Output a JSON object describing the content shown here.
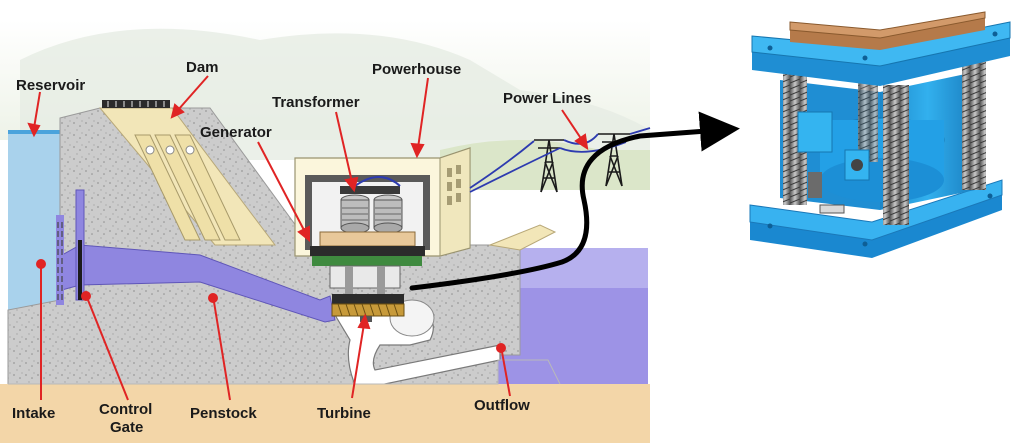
{
  "diagram": {
    "labels": {
      "reservoir": "Reservoir",
      "dam": "Dam",
      "powerhouse": "Powerhouse",
      "transformer": "Transformer",
      "generator": "Generator",
      "power_lines": "Power Lines",
      "intake": "Intake",
      "control_gate_line1": "Control",
      "control_gate_line2": "Gate",
      "penstock": "Penstock",
      "turbine": "Turbine",
      "outflow": "Outflow"
    },
    "colors": {
      "water": "#a9d2ec",
      "water_deep": "#8c7fe0",
      "concrete": "#cfcfcf",
      "ground": "#f3d6a8",
      "dam_face": "#f0e3b4",
      "label_pointer": "#e02424",
      "device_blue": "#1f9fe0",
      "device_top": "#c58a5a",
      "arrow": "#000000"
    },
    "icons": [
      "transmission-tower-icon",
      "transformer-icon",
      "generator-icon",
      "turbine-icon",
      "turbine-test-rig-device"
    ]
  }
}
